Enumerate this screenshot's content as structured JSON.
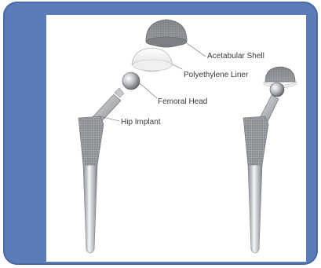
{
  "diagram": {
    "labels": {
      "acetabular_shell": "Acetabular Shell",
      "polyethylene_liner": "Polyethylene Liner",
      "femoral_head": "Femoral Head",
      "hip_implant": "Hip Implant"
    },
    "colors": {
      "frame_blue": "#5b7cb8",
      "metal": "#b8bcc2",
      "porous_coating": "#8e9296",
      "liner": "#f3f3f3"
    }
  }
}
